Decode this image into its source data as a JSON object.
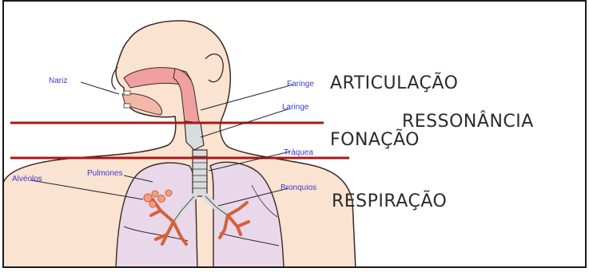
{
  "labels": {
    "nariz": "Nariz",
    "faringe": "Faringe",
    "laringe": "Laringe",
    "traquea": "Tráquea",
    "pulmones": "Pulmones",
    "alveolos": "Alvéolos",
    "bronquios": "Bronquios"
  },
  "stages": {
    "articulacao": "ARTICULAÇÃO",
    "ressonancia": "RESSONÂNCIA",
    "fonacao": "FONAÇÃO",
    "respiracao": "RESPIRAÇÃO"
  },
  "colors": {
    "skin": "#fbe3d1",
    "outline": "#3a2a24",
    "lung": "#e9d7ea",
    "airway": "#f0a0a0",
    "trachea": "#d8dcdf",
    "bronchi": "#d4603a",
    "divider": "#a81818",
    "label_text": "#3a3ad0",
    "stage_text": "#2b2b2b"
  }
}
